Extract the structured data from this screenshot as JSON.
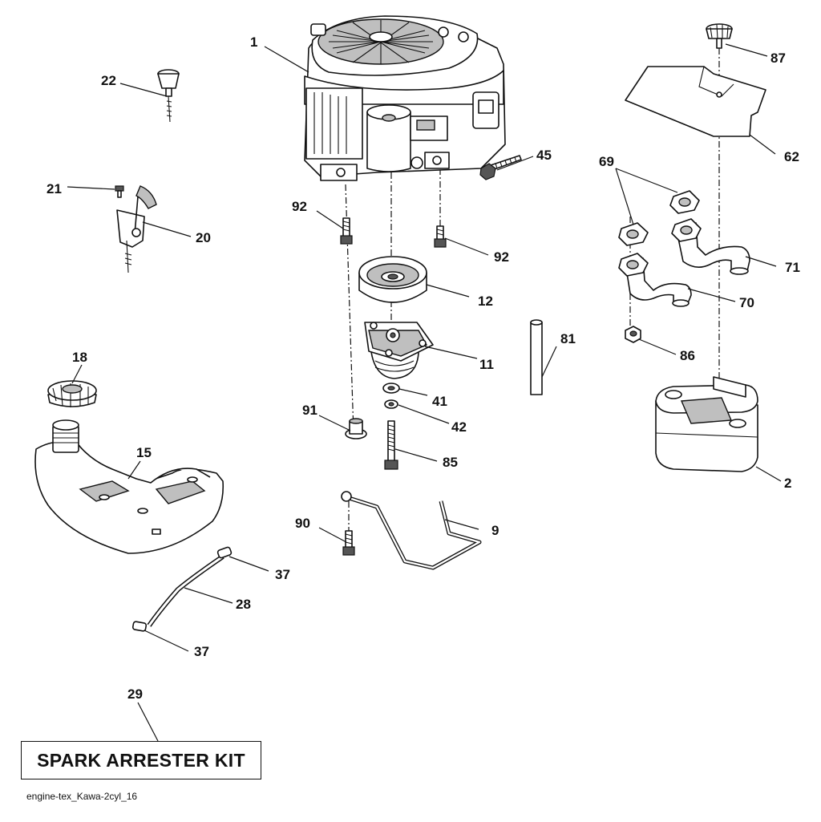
{
  "parts": {
    "p1": "1",
    "p2": "2",
    "p9": "9",
    "p11": "11",
    "p12": "12",
    "p15": "15",
    "p18": "18",
    "p20": "20",
    "p21": "21",
    "p22": "22",
    "p28": "28",
    "p29": "29",
    "p37a": "37",
    "p37b": "37",
    "p41": "41",
    "p42": "42",
    "p45": "45",
    "p62": "62",
    "p69": "69",
    "p70": "70",
    "p71": "71",
    "p81": "81",
    "p85": "85",
    "p86": "86",
    "p87": "87",
    "p90": "90",
    "p91": "91",
    "p92a": "92",
    "p92b": "92"
  },
  "kit_label": "SPARK ARRESTER KIT",
  "drawing_id": "engine-tex_Kawa-2cyl_16"
}
